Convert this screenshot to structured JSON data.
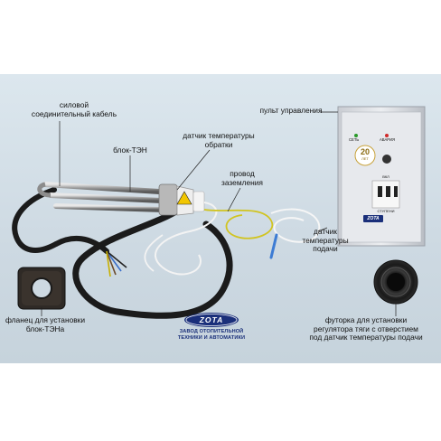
{
  "labels": {
    "power_cable": [
      "силовой",
      "соединительный кабель"
    ],
    "heater_block": "блок-ТЭН",
    "return_sensor": [
      "датчик температуры",
      "обратки"
    ],
    "ground_wire": [
      "провод",
      "заземления"
    ],
    "control_panel": "пульт управления",
    "supply_sensor": [
      "датчик",
      "температуры",
      "подачи"
    ],
    "flange": [
      "фланец для установки",
      "блок-ТЭНа"
    ],
    "fitting": [
      "футорка для установки",
      "регулятора тяги с отверстием",
      "под датчик температуры подачи"
    ]
  },
  "brand": {
    "logo_text": "ZOTA",
    "caption": [
      "ЗАВОД  ОТОПИТЕЛЬНОЙ",
      "ТЕХНИКИ И АВТОМАТИКИ"
    ],
    "color": "#1a2f7a"
  },
  "panel": {
    "badge": "20",
    "badge_sub": "ЛЕТ",
    "logo_text": "ZOTA",
    "indicator_left": "СЕТЬ",
    "indicator_right": "АВАРИЯ",
    "switch_label": "ВКЛ",
    "switch_bottom": "СТУПЕНИ"
  },
  "colors": {
    "cable": "#1b1b1b",
    "background": "#d4dfe7",
    "panel_body": "#e4e6ea",
    "warning": "#f2c600"
  }
}
